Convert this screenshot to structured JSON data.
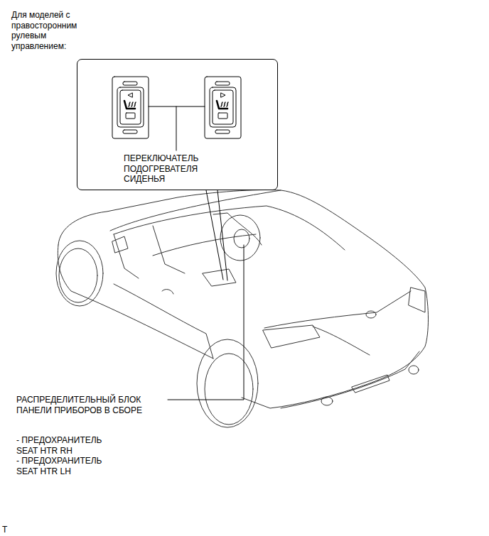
{
  "diagram": {
    "nodes": [
      {
        "text": [
          "Для моделей с правосторонним рулевым управлением:",
          "ПЕРЕКЛЮЧАТЕЛЬ ПОДОГРЕВАТЕЛЯ СИДЕНЬЯ"
        ]
      }
    ],
    "labels": [
      "РАСПРЕДЕЛИТЕЛЬНЫЙ БЛОК ПАНЕЛИ ПРИБОРОВ В СБОРЕ",
      "- ПРЕДОХРАНИТЕЛЬ SEAT HTR RH",
      "- ПРЕДОХРАНИТЕЛЬ SEAT HTR LH",
      "T"
    ]
  }
}
